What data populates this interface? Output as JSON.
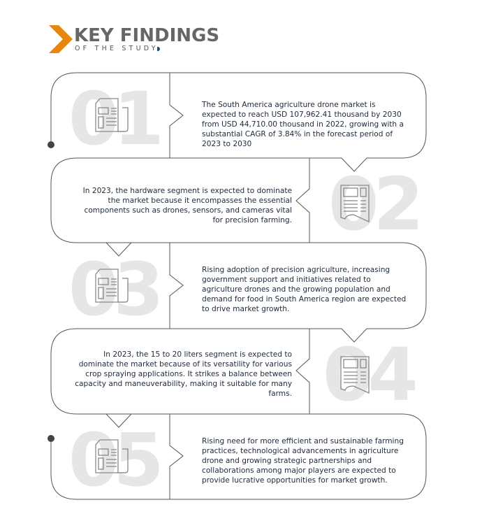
{
  "header": {
    "title": "KEY FINDINGS",
    "subtitle": "OF THE STUDY"
  },
  "colors": {
    "accent": "#e8870f",
    "text": "#1e2a3a",
    "outline": "#555555",
    "number": "#e6e6e6"
  },
  "findings": [
    {
      "number": "01",
      "icon": "document-icon",
      "text": "The South America agriculture drone market is expected to reach USD 107,962.41 thousand by 2030 from USD 44,710.00 thousand in 2022, growing with a substantial CAGR of 3.84% in the forecast period of 2023 to 2030"
    },
    {
      "number": "02",
      "icon": "document-icon",
      "text": "In 2023, the hardware segment is expected to dominate the market because it encompasses the essential components such as drones, sensors, and cameras vital for precision farming."
    },
    {
      "number": "03",
      "icon": "document-icon",
      "text": "Rising adoption of precision agriculture, increasing government support and initiatives related to agriculture drones and the growing population and demand for food in South America region are expected to drive market growth."
    },
    {
      "number": "04",
      "icon": "document-icon",
      "text": "In 2023, the 15 to 20 liters segment is expected to dominate the market because of its versatility for various crop spraying applications. It strikes a balance between capacity and maneuverability, making it suitable for many farms."
    },
    {
      "number": "05",
      "icon": "document-icon",
      "text": "Rising need for more efficient and sustainable farming practices, technological advancements in agriculture drone and growing strategic partnerships and collaborations among major players are expected to provide lucrative opportunities for market growth."
    }
  ]
}
